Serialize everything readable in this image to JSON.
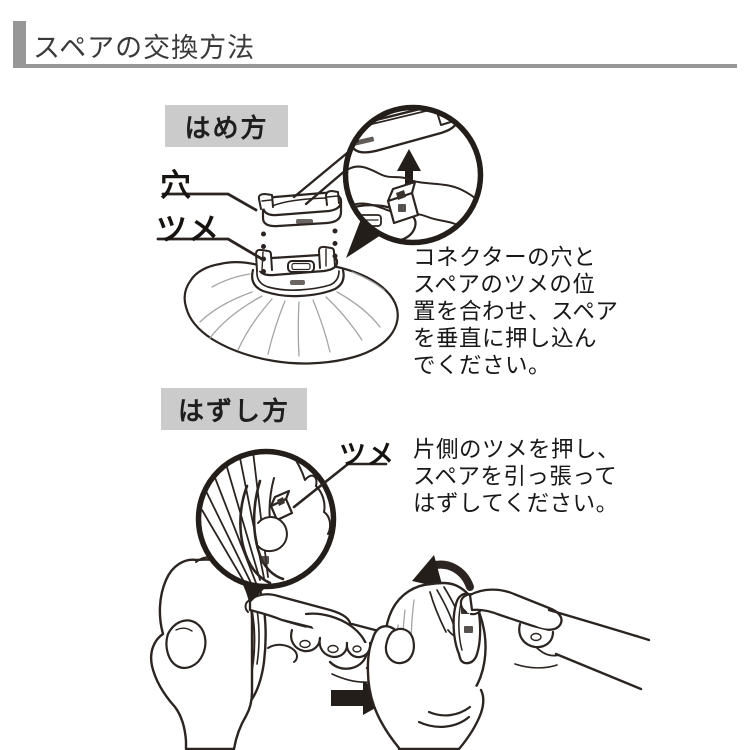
{
  "header": {
    "title": "スペアの交換方法",
    "accent_color": "#979797"
  },
  "attach_section": {
    "badge_label": "はめ方",
    "hole_label": "穴",
    "tab_label": "ツメ",
    "instruction": "コネクターの穴と\nスペアのツメの位\n置を合わせ、スペア\nを垂直に押し込ん\nでください。"
  },
  "detach_section": {
    "badge_label": "はずし方",
    "tab_label": "ツメ",
    "instruction": "片側のツメを押し、\nスペアを引っ張って\nはずしてください。"
  },
  "icons": {
    "insert_direction": "up-arrow",
    "next_step": "solid-right-arrow",
    "pull_direction": "curved-left-arrow"
  },
  "colors": {
    "badge_bg": "#cbcbcb",
    "ink": "#2b2420",
    "header_gray": "#979797",
    "text": "#1f1f1f"
  }
}
